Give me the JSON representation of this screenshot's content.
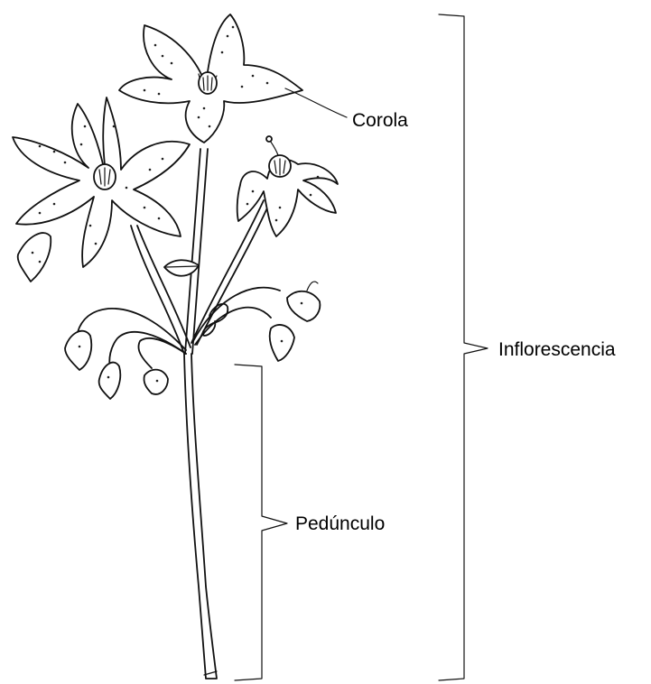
{
  "diagram": {
    "labels": {
      "corolla": "Corola",
      "inflorescence": "Inflorescencia",
      "peduncle": "Pedúnculo"
    },
    "colors": {
      "ink": "#111111",
      "background": "#ffffff"
    }
  }
}
